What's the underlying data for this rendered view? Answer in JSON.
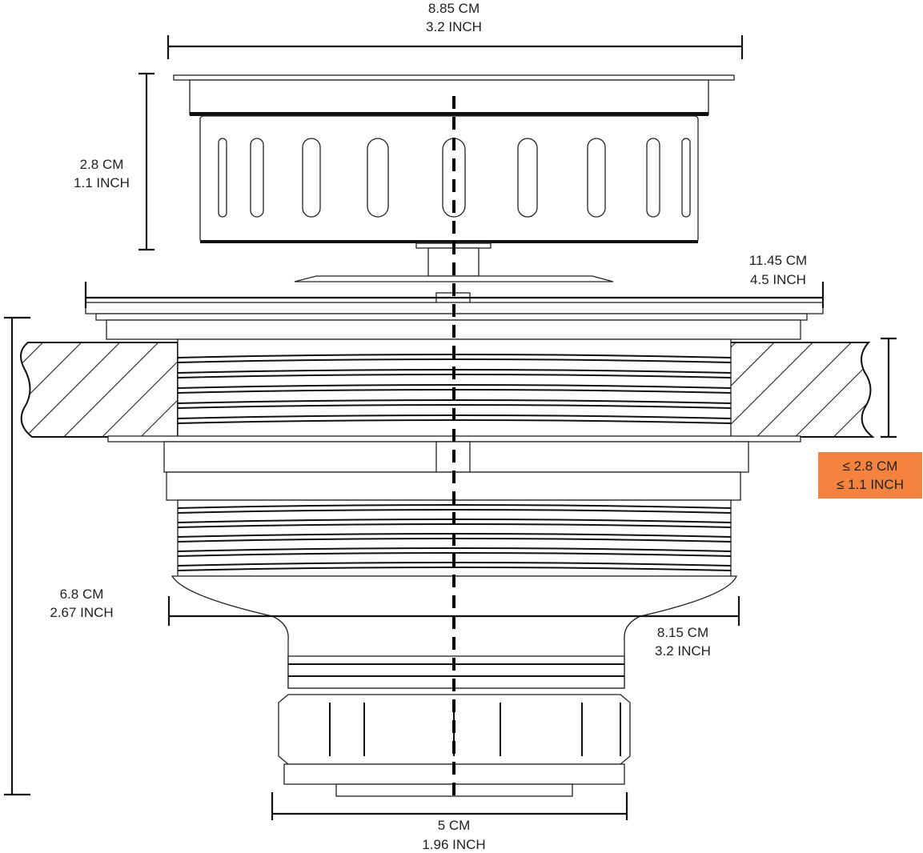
{
  "dimensions": {
    "top_width": {
      "cm": "8.85  CM",
      "inch": "3.2 INCH"
    },
    "basket_height": {
      "cm": "2.8 CM",
      "inch": "1.1 INCH"
    },
    "flange_width": {
      "cm": "11.45  CM",
      "inch": "4.5 INCH"
    },
    "total_height": {
      "cm": "6.8 CM",
      "inch": "2.67 INCH"
    },
    "body_width": {
      "cm": "8.15 CM",
      "inch": "3.2 INCH"
    },
    "outlet_width": {
      "cm": "5 CM",
      "inch": "1.96 INCH"
    },
    "max_counter_thickness": {
      "cm": "≤ 2.8 CM",
      "inch": "≤ 1.1 INCH",
      "color": "#f58340"
    }
  }
}
